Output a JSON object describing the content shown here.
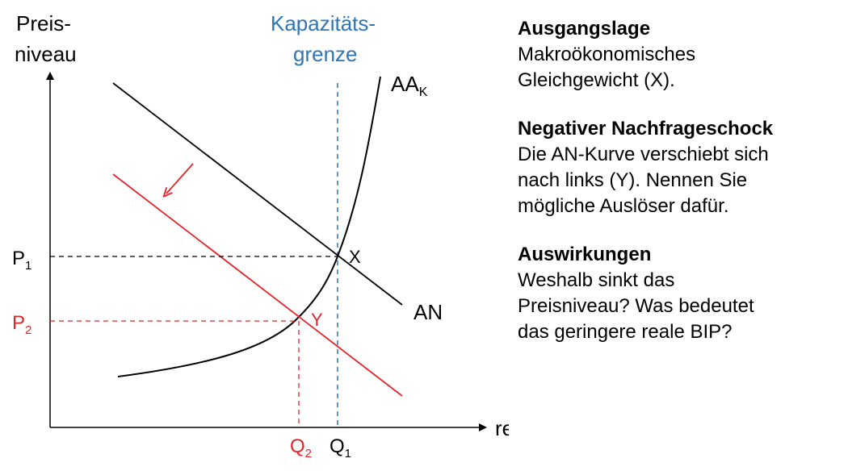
{
  "axes": {
    "y_label_line1": "Preis-",
    "y_label_line2": "niveau",
    "x_label": "reales BIP"
  },
  "capacity": {
    "line1": "Kapazitäts-",
    "line2": "grenze",
    "color": "#2E75B6"
  },
  "curves": {
    "aa_main": "AA",
    "aa_sub": "K",
    "an": "AN"
  },
  "points": {
    "x_label": "X",
    "y_label": "Y",
    "p1_main": "P",
    "p1_sub": "1",
    "p2_main": "P",
    "p2_sub": "2",
    "q1_main": "Q",
    "q1_sub": "1",
    "q2_main": "Q",
    "q2_sub": "2"
  },
  "colors": {
    "shift": "#E8242B",
    "black": "#000000"
  },
  "panel": {
    "blocks": [
      {
        "heading": "Ausgangslage",
        "lines": [
          "Makroökonomisches",
          "Gleichgewicht (X)."
        ]
      },
      {
        "heading": "Negativer Nachfrageschock",
        "lines": [
          "Die AN-Kurve verschiebt sich",
          "nach links (Y). Nennen Sie",
          "mögliche Auslöser dafür."
        ]
      },
      {
        "heading": "Auswirkungen",
        "lines": [
          "Weshalb sinkt das",
          "Preisniveau? Was bedeutet",
          "das geringere reale BIP?"
        ]
      }
    ]
  }
}
